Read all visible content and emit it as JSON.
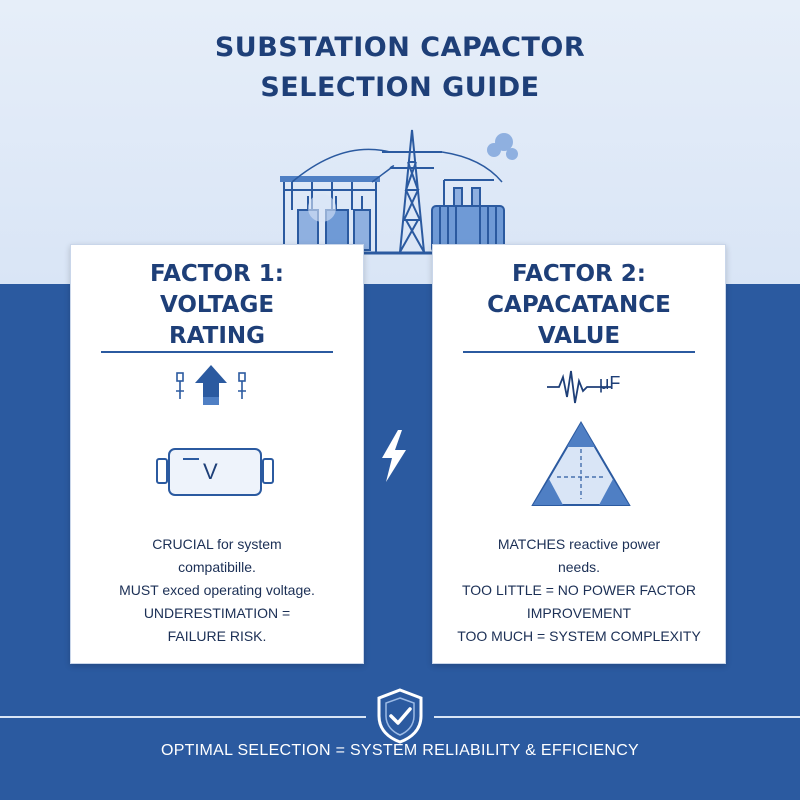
{
  "header": {
    "title_line1": "SUBSTATION CAPACTOR",
    "title_line2": "SELECTION GUIDE"
  },
  "factor1": {
    "title_line1": "FACTOR 1:",
    "title_line2": "VOLTAGE",
    "title_line3": "RATING",
    "capacitor_symbol": "V",
    "body": [
      "CRUCIAL for system",
      "compatibille.",
      "MUST exced operating voltage.",
      "UNDERESTIMATION =",
      "FAILURE RISK."
    ]
  },
  "factor2": {
    "title_line1": "FACTOR 2:",
    "title_line2": "CAPACATANCE",
    "title_line3": "VALUE",
    "unit_symbol": "μF",
    "body": [
      "MATCHES reactive power",
      "needs.",
      "TOO LITTLE = NO POWER FACTOR",
      "IMPROVEMENT",
      "TOO MUCH = SYSTEM COMPLEXITY"
    ]
  },
  "footer": {
    "text": "OPTIMAL SELECTION = SYSTEM RELIABILITY & EFFICIENCY"
  },
  "colors": {
    "primary_blue": "#2b5aa0",
    "navy": "#1e3f78",
    "light_band": "#e6eef9",
    "accent_blue": "#6f9ad6"
  },
  "icons": {
    "scene": "substation-illustration",
    "factor1_top": "voltage-up-arrow-icon",
    "factor1_mid": "capacitor-icon",
    "factor2_top": "waveform-icon",
    "factor2_mid": "triangle-power-icon",
    "center": "lightning-bolt-icon",
    "footer": "shield-check-icon"
  }
}
